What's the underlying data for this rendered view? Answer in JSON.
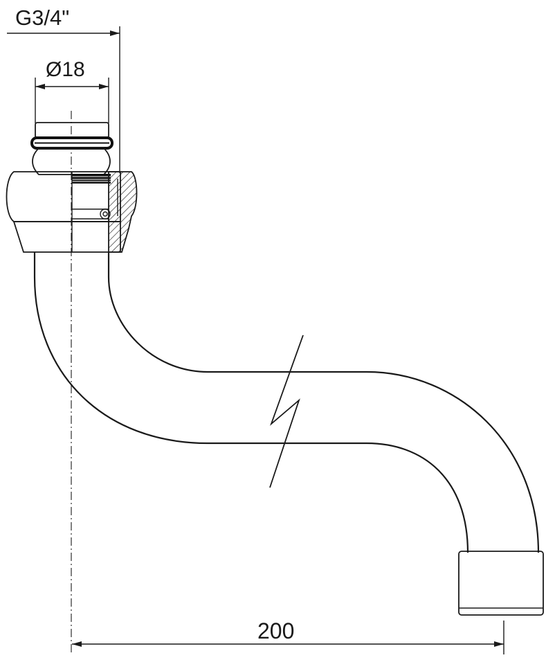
{
  "dimensions": {
    "thread": "G3/4\"",
    "diameter": "Ø18",
    "length": "200"
  },
  "colors": {
    "line": "#1a1a1a",
    "background": "#ffffff",
    "seal": "#111111"
  },
  "icons": {
    "break_mark": "lightning-break-icon",
    "hatch": "section-hatch"
  }
}
